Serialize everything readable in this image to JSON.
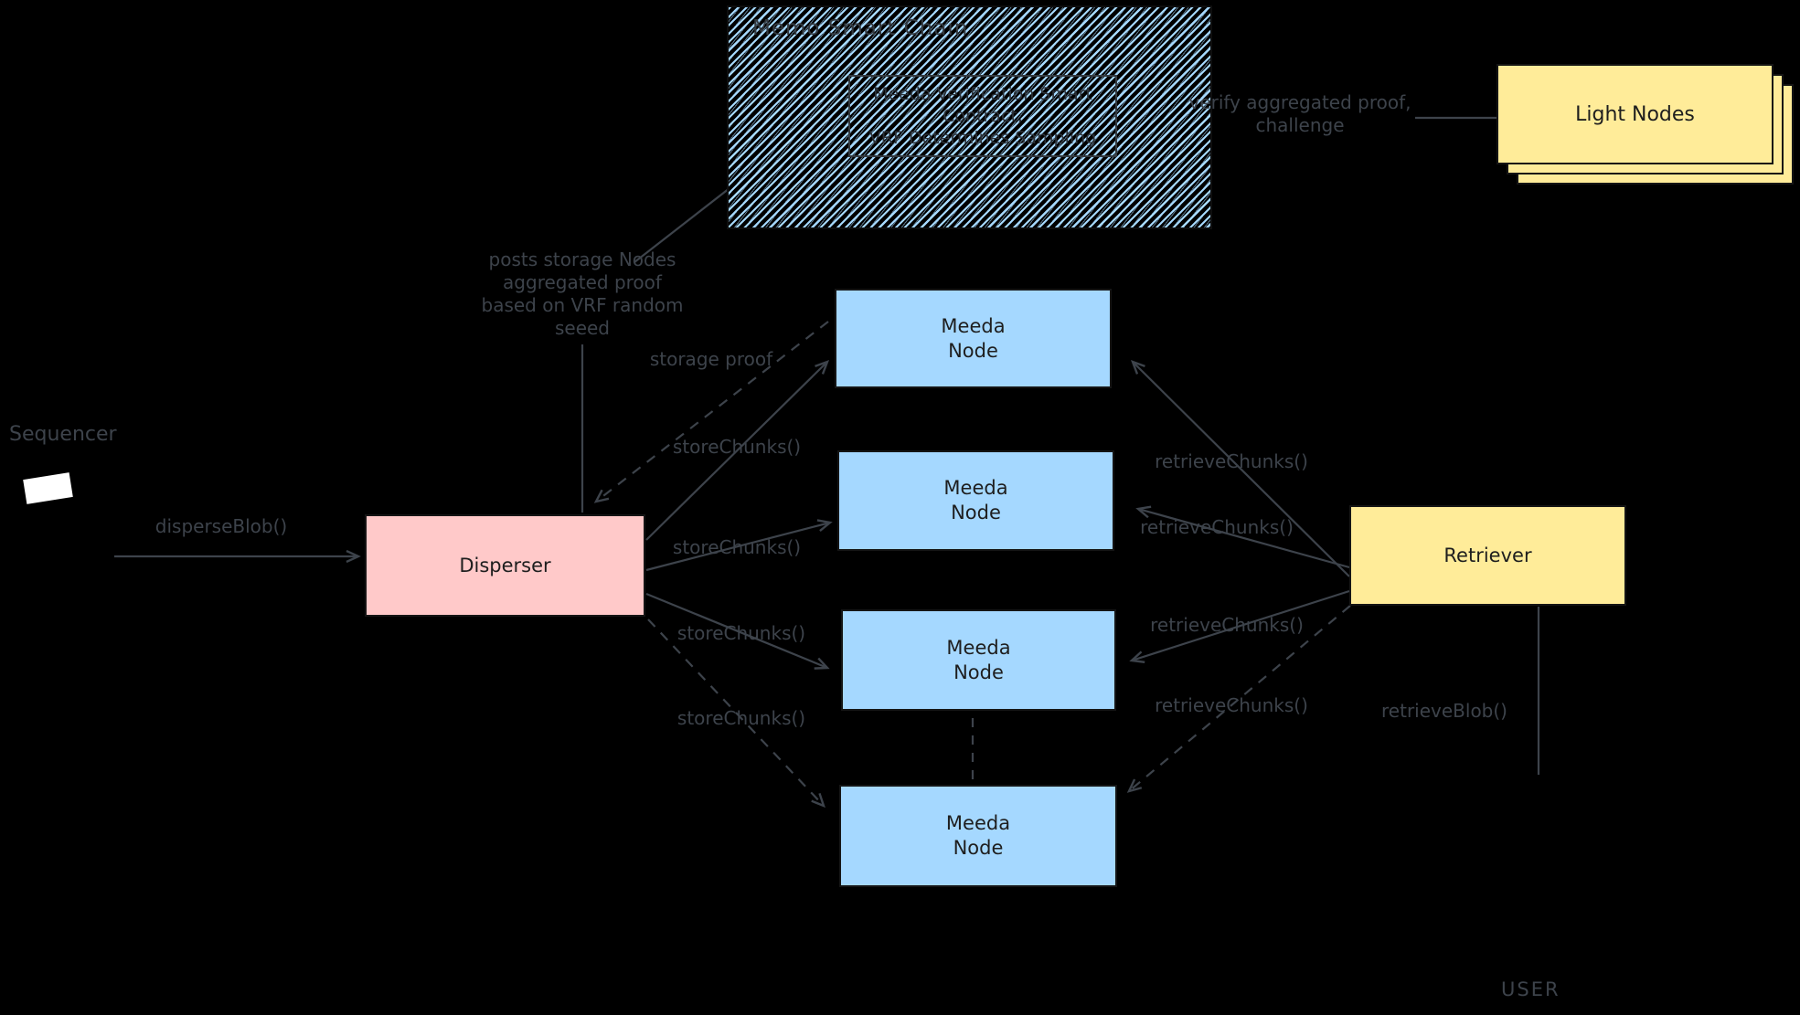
{
  "colors": {
    "background": "#000000",
    "node_blue": "#a5d8ff",
    "node_pink": "#ffc9c9",
    "node_yellow": "#ffec99",
    "annotation_gray": "#3d434b",
    "box_text": "#1e1e1e"
  },
  "chain": {
    "title": "Memo Smart Chain",
    "contract_label": "Meeda Verification Smart\nContract,\nVRF Determines Sampling"
  },
  "light_nodes": {
    "label": "Light Nodes"
  },
  "sequencer": {
    "label": "Sequencer"
  },
  "disperser": {
    "label": "Disperser"
  },
  "retriever": {
    "label": "Retriever"
  },
  "meeda_nodes": [
    {
      "label": "Meeda\nNode"
    },
    {
      "label": "Meeda\nNode"
    },
    {
      "label": "Meeda\nNode"
    },
    {
      "label": "Meeda\nNode"
    }
  ],
  "user": {
    "label": "USER"
  },
  "edges": {
    "disperse_blob": "disperseBlob()",
    "store_chunks": [
      "storeChunks()",
      "storeChunks()",
      "storeChunks()",
      "storeChunks()"
    ],
    "retrieve_chunks": [
      "retrieveChunks()",
      "retrieveChunks()",
      "retrieveChunks()",
      "retrieveChunks()"
    ],
    "storage_proof": "storage proof",
    "posts_proof": "posts storage Nodes\naggregated proof\nbased on VRF random\nseeed",
    "verify": "verify aggregated proof,\nchallenge",
    "retrieve_blob": "retrieveBlob()"
  }
}
